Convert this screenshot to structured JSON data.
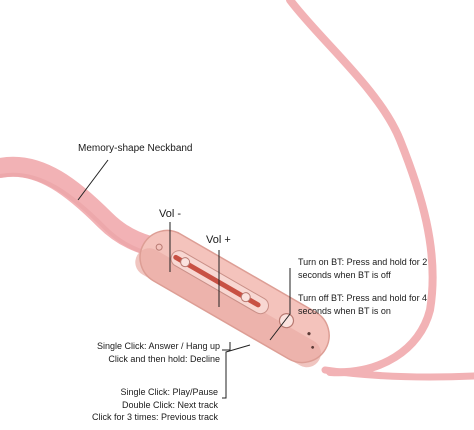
{
  "colors": {
    "cable": "#f2b2b5",
    "cable_shade": "#e79ea2",
    "housing": "#f4c3bc",
    "housing_shade": "#dd9e95",
    "button_accent": "#c0392b",
    "leader_line": "#222222"
  },
  "labels": {
    "neckband": "Memory-shape Neckband",
    "vol_minus": "Vol -",
    "vol_plus": "Vol +",
    "bt_on": [
      "Turn on BT: Press and hold for 2",
      "seconds when BT is off"
    ],
    "bt_off": [
      "Turn off BT: Press and hold for 4",
      "seconds when BT is on"
    ],
    "call": [
      "Single Click: Answer / Hang up",
      "Click and then hold: Decline"
    ],
    "play": [
      "Single Click: Play/Pause",
      "Double Click: Next track",
      "Click for 3 times: Previous track"
    ]
  }
}
